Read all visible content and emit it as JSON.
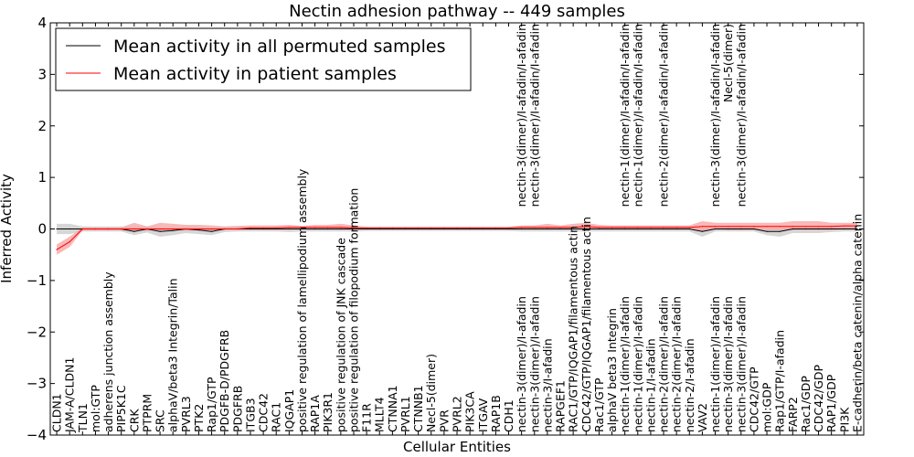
{
  "chart_data": {
    "type": "line",
    "title": "Nectin adhesion pathway -- 449 samples",
    "xlabel": "Cellular Entities",
    "ylabel": "Inferred Activity",
    "ylim": [
      -4,
      4
    ],
    "yticks": [
      "4",
      "3",
      "2",
      "1",
      "0",
      "−1",
      "−2",
      "−3",
      "−4"
    ],
    "grid": false,
    "legend_position": "top-left",
    "colors": {
      "permuted": "#000000",
      "patient": "#ff0000",
      "permuted_band": "#cccccc",
      "patient_band": "#f7a0a0"
    },
    "categories_bottom": [
      "CLDN1",
      "JAM-A/CLDN1",
      "TLN1",
      "mol:GTP",
      "adherens junction assembly",
      "PIP5K1C",
      "CRK",
      "PTPRM",
      "SRC",
      "alphaV/beta3 Integrin/Talin",
      "PVRL3",
      "PTK2",
      "Rap1/GTP",
      "PDGFB-D/PDGFRB",
      "PDGFRB",
      "ITGB3",
      "CDC42",
      "RAC1",
      "IQGAP1",
      "positive regulation of lamellipodium assembly",
      "RAP1A",
      "PIK3R1",
      "positive regulation of JNK cascade",
      "positive regulation of filopodium formation",
      "F11R",
      "MLLT4",
      "CTNNA1",
      "PVRL1",
      "CTNNB1",
      "Necl-5(dimer)",
      "PVR",
      "PVRL2",
      "PIK3CA",
      "ITGAV",
      "RAP1B",
      "CDH1",
      "nectin-3(dimer)/I-afadin",
      "nectin-3(dimer)/I-afadin",
      "nectin-3/I-afadin",
      "RAPGEF1",
      "RAC1/GTP/IQGAP1/filamentous actin",
      "CDC42/GTP/IQGAP1/filamentous actin",
      "Rac1/GTP",
      "alphaV beta3 Integrin",
      "nectin-1(dimer)/I-afadin",
      "nectin-1(dimer)/I-afadin",
      "nectin-1/I-afadin",
      "nectin-2(dimer)/I-afadin",
      "nectin-2(dimer)/I-afadin",
      "nectin-2/I-afadin",
      "VAV2",
      "nectin-1(dimer)/I-afadin",
      "nectin-3(dimer)/I-afadin",
      "nectin-3(dimer)/I-afadin",
      "CDC42/GTP",
      "mol:GDP",
      "Rap1/GTP/I-afadin",
      "FARP2",
      "Rac1/GDP",
      "CDC42/GDP",
      "RAP1/GDP",
      "PI3K",
      "E-cadherin/beta catenin/alpha catenin"
    ],
    "categories_top": [
      "nectin-3(dimer)/I-afadin/I-afadin",
      "nectin-3(dimer)/I-afadin/I-afadin",
      "nectin-1(dimer)/I-afadin/I-afadin",
      "nectin-1(dimer)/I-afadin/I-afadin",
      "nectin-2(dimer)/I-afadin/I-afadin",
      "nectin-3(dimer)/I-afadin/I-afadin",
      "Necl-5(dimer)",
      "nectin-3(dimer)/I-afadin/I-afadin"
    ],
    "series": [
      {
        "name": "Mean activity in all permuted samples",
        "values": [
          0,
          0,
          0,
          0,
          0,
          0,
          -0.05,
          0,
          -0.05,
          -0.03,
          0,
          -0.02,
          -0.05,
          0,
          0,
          0,
          0,
          0,
          0,
          0,
          0,
          0,
          0,
          0,
          0,
          0,
          0,
          0,
          0,
          0,
          0,
          0,
          0,
          0,
          0,
          0,
          0,
          0,
          0,
          0,
          0,
          0,
          0,
          0,
          0,
          0,
          0,
          0,
          0,
          0,
          -0.05,
          0,
          0,
          0,
          0,
          -0.05,
          -0.05,
          0,
          0,
          0,
          0,
          0,
          0
        ],
        "lower": [
          -0.1,
          -0.1,
          -0.05,
          -0.05,
          -0.05,
          -0.05,
          -0.12,
          -0.07,
          -0.15,
          -0.12,
          -0.08,
          -0.1,
          -0.12,
          -0.06,
          -0.05,
          -0.05,
          -0.05,
          -0.05,
          -0.06,
          -0.05,
          -0.05,
          -0.05,
          -0.05,
          -0.05,
          -0.04,
          -0.04,
          -0.04,
          -0.04,
          -0.04,
          -0.04,
          -0.04,
          -0.04,
          -0.04,
          -0.04,
          -0.04,
          -0.04,
          -0.05,
          -0.05,
          -0.05,
          -0.05,
          -0.05,
          -0.05,
          -0.05,
          -0.05,
          -0.05,
          -0.05,
          -0.05,
          -0.05,
          -0.05,
          -0.05,
          -0.15,
          -0.05,
          -0.05,
          -0.05,
          -0.05,
          -0.12,
          -0.15,
          -0.08,
          -0.08,
          -0.08,
          -0.06,
          -0.05,
          -0.05
        ],
        "upper": [
          0.1,
          0.1,
          0.05,
          0.05,
          0.05,
          0.05,
          0.03,
          0.05,
          0.02,
          0.02,
          0.04,
          0.03,
          0.02,
          0.04,
          0.04,
          0.04,
          0.04,
          0.04,
          0.04,
          0.04,
          0.04,
          0.04,
          0.04,
          0.04,
          0.03,
          0.03,
          0.03,
          0.03,
          0.03,
          0.03,
          0.03,
          0.03,
          0.03,
          0.03,
          0.03,
          0.03,
          0.04,
          0.04,
          0.04,
          0.04,
          0.04,
          0.04,
          0.04,
          0.04,
          0.04,
          0.04,
          0.04,
          0.04,
          0.04,
          0.04,
          0.03,
          0.04,
          0.04,
          0.04,
          0.04,
          0.02,
          0.02,
          0.04,
          0.04,
          0.04,
          0.04,
          0.05,
          0.05
        ]
      },
      {
        "name": "Mean activity in patient samples",
        "values": [
          -0.4,
          -0.25,
          0,
          0,
          0,
          0,
          0,
          0,
          0,
          0,
          0,
          0,
          0,
          0,
          0,
          0.02,
          0.02,
          0.02,
          0.03,
          0.03,
          0.03,
          0.03,
          0.03,
          0.02,
          0.02,
          0.02,
          0.02,
          0.02,
          0.02,
          0.02,
          0.02,
          0.02,
          0.02,
          0.02,
          0.02,
          0.02,
          0.03,
          0.03,
          0.03,
          0.03,
          0.03,
          0.05,
          0.03,
          0.03,
          0.03,
          0.03,
          0.03,
          0.03,
          0.03,
          0.03,
          0.05,
          0.05,
          0.05,
          0.05,
          0.05,
          0.05,
          0.05,
          0.05,
          0.05,
          0.05,
          0.05,
          0.06,
          0.06
        ],
        "lower": [
          -0.5,
          -0.35,
          -0.03,
          -0.03,
          -0.03,
          -0.03,
          -0.04,
          -0.03,
          -0.03,
          -0.03,
          -0.03,
          -0.03,
          -0.03,
          -0.02,
          -0.02,
          -0.01,
          -0.01,
          -0.01,
          0,
          0,
          0,
          0,
          0,
          0,
          0,
          0,
          0,
          0,
          0,
          0,
          0,
          0,
          0,
          0,
          0,
          0,
          0,
          0,
          0,
          0,
          0,
          0,
          0,
          0,
          0,
          0,
          0,
          0,
          0,
          0,
          -0.05,
          0,
          -0.02,
          -0.02,
          -0.02,
          -0.02,
          -0.02,
          -0.02,
          -0.02,
          -0.02,
          -0.02,
          0,
          0
        ],
        "upper": [
          -0.3,
          -0.15,
          0.03,
          0.03,
          0.03,
          0.03,
          0.12,
          0.05,
          0.12,
          0.1,
          0.08,
          0.08,
          0.07,
          0.05,
          0.06,
          0.07,
          0.07,
          0.07,
          0.08,
          0.06,
          0.08,
          0.08,
          0.1,
          0.07,
          0.04,
          0.04,
          0.04,
          0.04,
          0.04,
          0.04,
          0.04,
          0.04,
          0.04,
          0.04,
          0.04,
          0.04,
          0.07,
          0.07,
          0.1,
          0.07,
          0.1,
          0.12,
          0.08,
          0.07,
          0.07,
          0.07,
          0.07,
          0.07,
          0.07,
          0.07,
          0.15,
          0.12,
          0.12,
          0.12,
          0.12,
          0.12,
          0.12,
          0.15,
          0.15,
          0.15,
          0.12,
          0.12,
          0.12
        ]
      }
    ]
  }
}
